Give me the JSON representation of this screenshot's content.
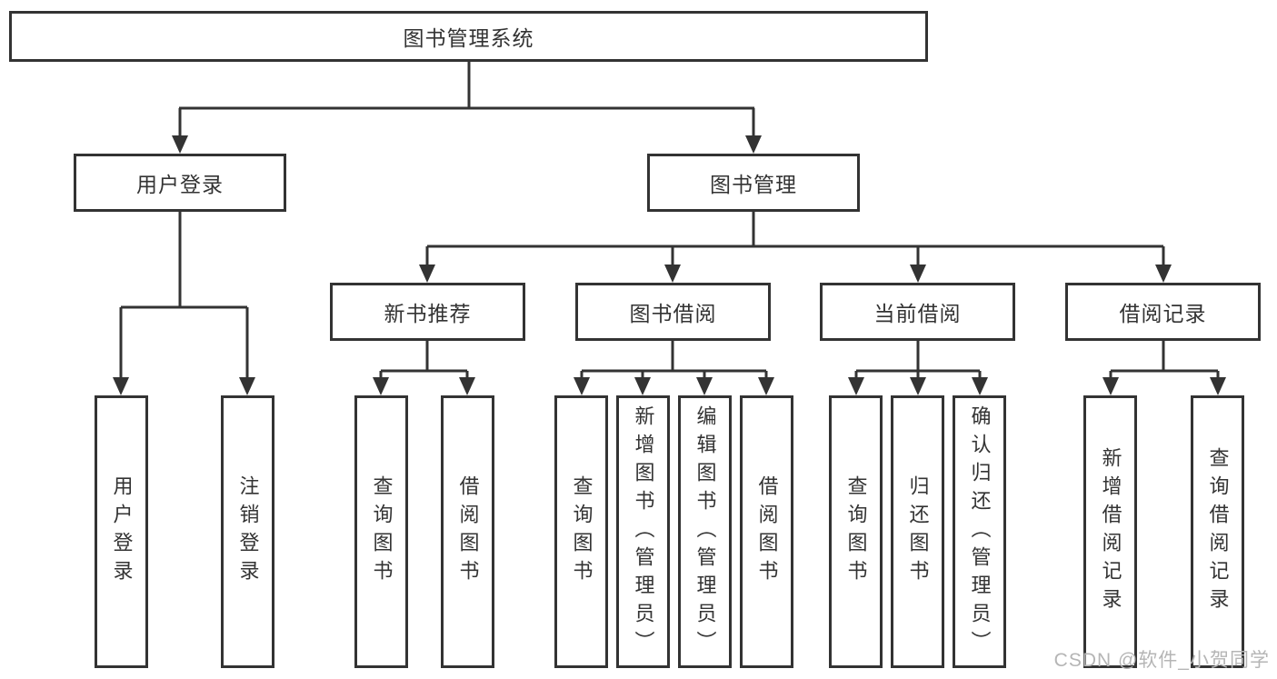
{
  "colors": {
    "line": "#333333",
    "box_border": "#333333",
    "text": "#333333",
    "watermark": "#b5b5b5",
    "background": "#ffffff"
  },
  "root": {
    "label": "图书管理系统"
  },
  "user_login": {
    "label": "用户登录",
    "children": [
      {
        "label": "用户登录"
      },
      {
        "label": "注销登录"
      }
    ]
  },
  "book_management": {
    "label": "图书管理",
    "sections": [
      {
        "label": "新书推荐",
        "children": [
          {
            "label": "查询图书"
          },
          {
            "label": "借阅图书"
          }
        ]
      },
      {
        "label": "图书借阅",
        "children": [
          {
            "label": "查询图书"
          },
          {
            "label": "新增图书（管理员）"
          },
          {
            "label": "编辑图书（管理员）"
          },
          {
            "label": "借阅图书"
          }
        ]
      },
      {
        "label": "当前借阅",
        "children": [
          {
            "label": "查询图书"
          },
          {
            "label": "归还图书"
          },
          {
            "label": "确认归还（管理员）"
          }
        ]
      },
      {
        "label": "借阅记录",
        "children": [
          {
            "label": "新增借阅记录"
          },
          {
            "label": "查询借阅记录"
          }
        ]
      }
    ]
  },
  "watermark": {
    "text": "CSDN @软件_小贺同学"
  }
}
